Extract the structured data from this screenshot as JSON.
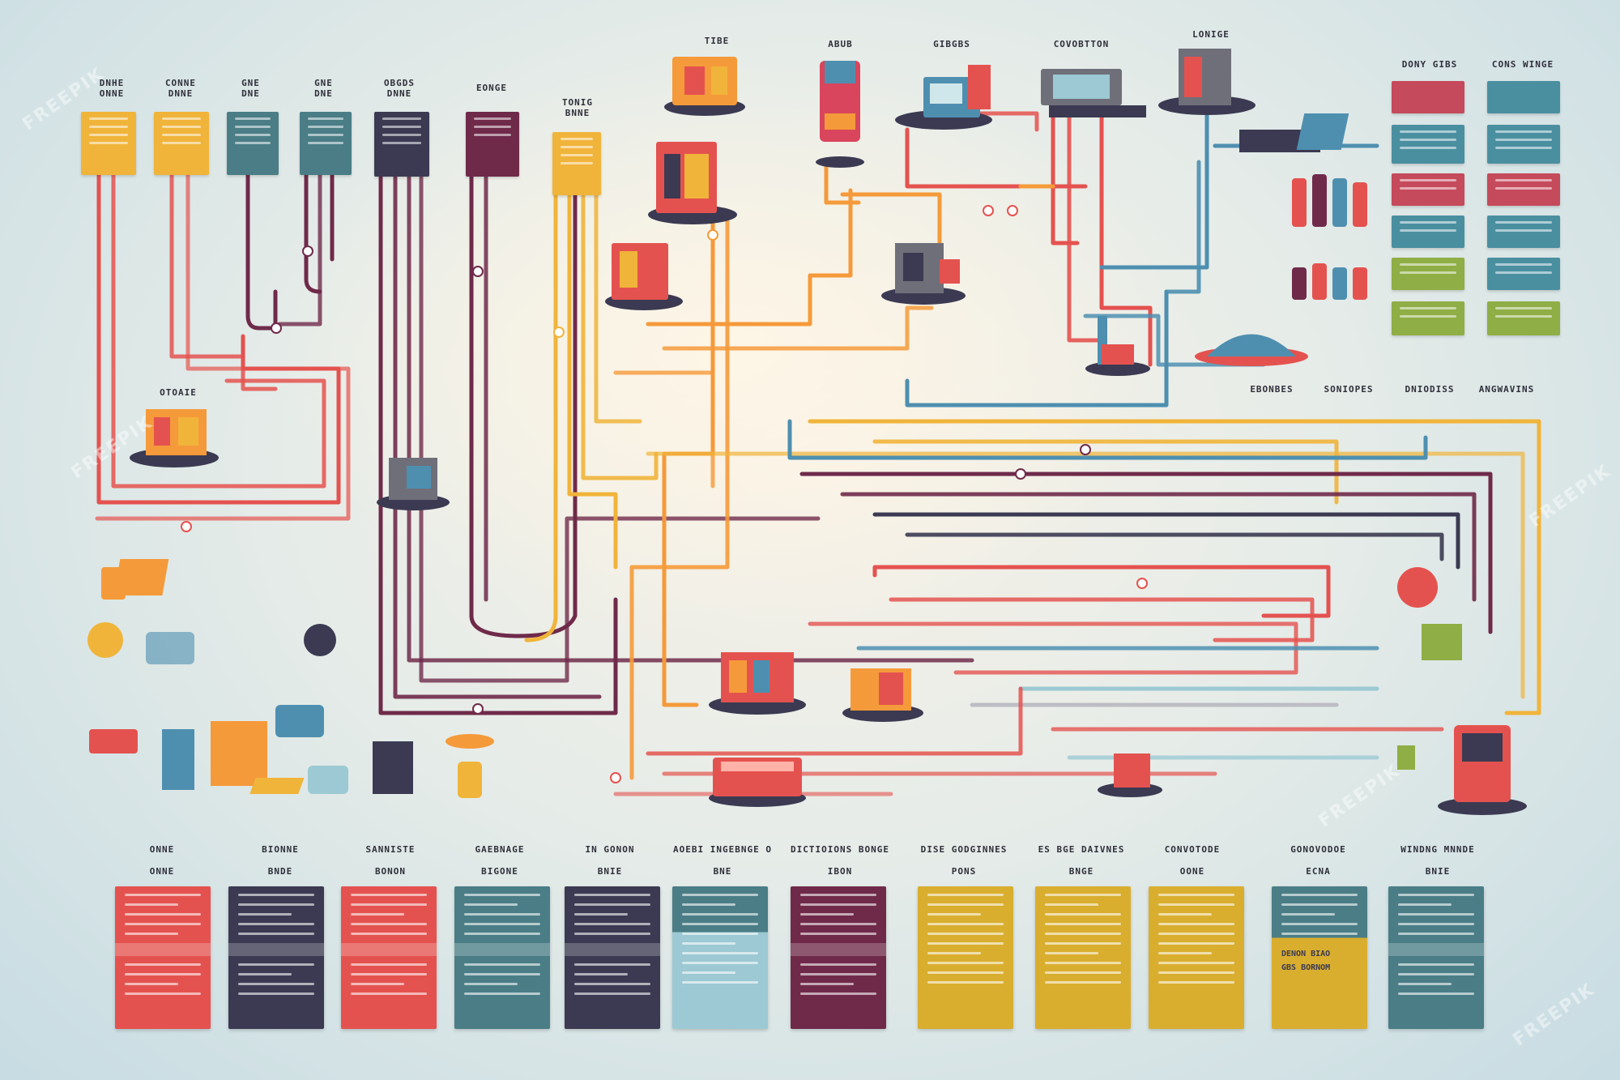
{
  "watermark": "FREEPIK",
  "colors": {
    "red": "#e4524f",
    "maroon": "#6f2a4a",
    "navy": "#3b3a52",
    "teal": "#4a7d86",
    "yellow": "#f0b43a",
    "orange": "#f59a3a",
    "blue": "#4e8fb0",
    "green": "#8fae45",
    "light_blue": "#9cc9d3",
    "card_yellow": "#d9ae2f"
  },
  "top_left_labels": [
    {
      "line1": "DNHE",
      "line2": "ONNE"
    },
    {
      "line1": "CONNE",
      "line2": "DNNE"
    },
    {
      "line1": "GNE",
      "line2": "DNE"
    },
    {
      "line1": "GNE",
      "line2": "DNE"
    },
    {
      "line1": "OBGDS",
      "line2": "DNNE"
    },
    {
      "line1": "EONGE",
      "line2": ""
    },
    {
      "line1": "TONIG",
      "line2": "BNNE"
    }
  ],
  "top_machine_labels": [
    "TIBE",
    "ABUB",
    "GIBGBS",
    "COVOBTTON",
    "LONIGE"
  ],
  "right_column_headers": [
    "DONY GIBS",
    "CONS WINGE"
  ],
  "middle_right_labels": [
    "EBONBES",
    "SONIOPES",
    "DNIODISS",
    "ANGWAVINS"
  ],
  "left_machine_label": "OTOAIE",
  "bottom_card_headers": [
    {
      "line1": "ONNE",
      "line2": "ONNE"
    },
    {
      "line1": "BIONNE",
      "line2": "BNDE"
    },
    {
      "line1": "SANNISTE",
      "line2": "BONON"
    },
    {
      "line1": "GAEBNAGE",
      "line2": "BIGONE"
    },
    {
      "line1": "IN GONON",
      "line2": "BNIE"
    },
    {
      "line1": "AOEBI INGEBNGE O",
      "line2": "BNE"
    },
    {
      "line1": "DICTIOIONS BONGE",
      "line2": "IBON"
    },
    {
      "line1": "DISE GODGINNES",
      "line2": "PONS"
    },
    {
      "line1": "ES BGE DAIVNES",
      "line2": "BNGE"
    },
    {
      "line1": "CONVOTODE",
      "line2": "OONE"
    },
    {
      "line1": "GONOVODOE",
      "line2": "ECNA"
    },
    {
      "line1": "WINDNG MNNDE",
      "line2": "BNIE"
    }
  ],
  "card_highlights": [
    "DENON BIAO",
    "GBS BORNOM"
  ]
}
